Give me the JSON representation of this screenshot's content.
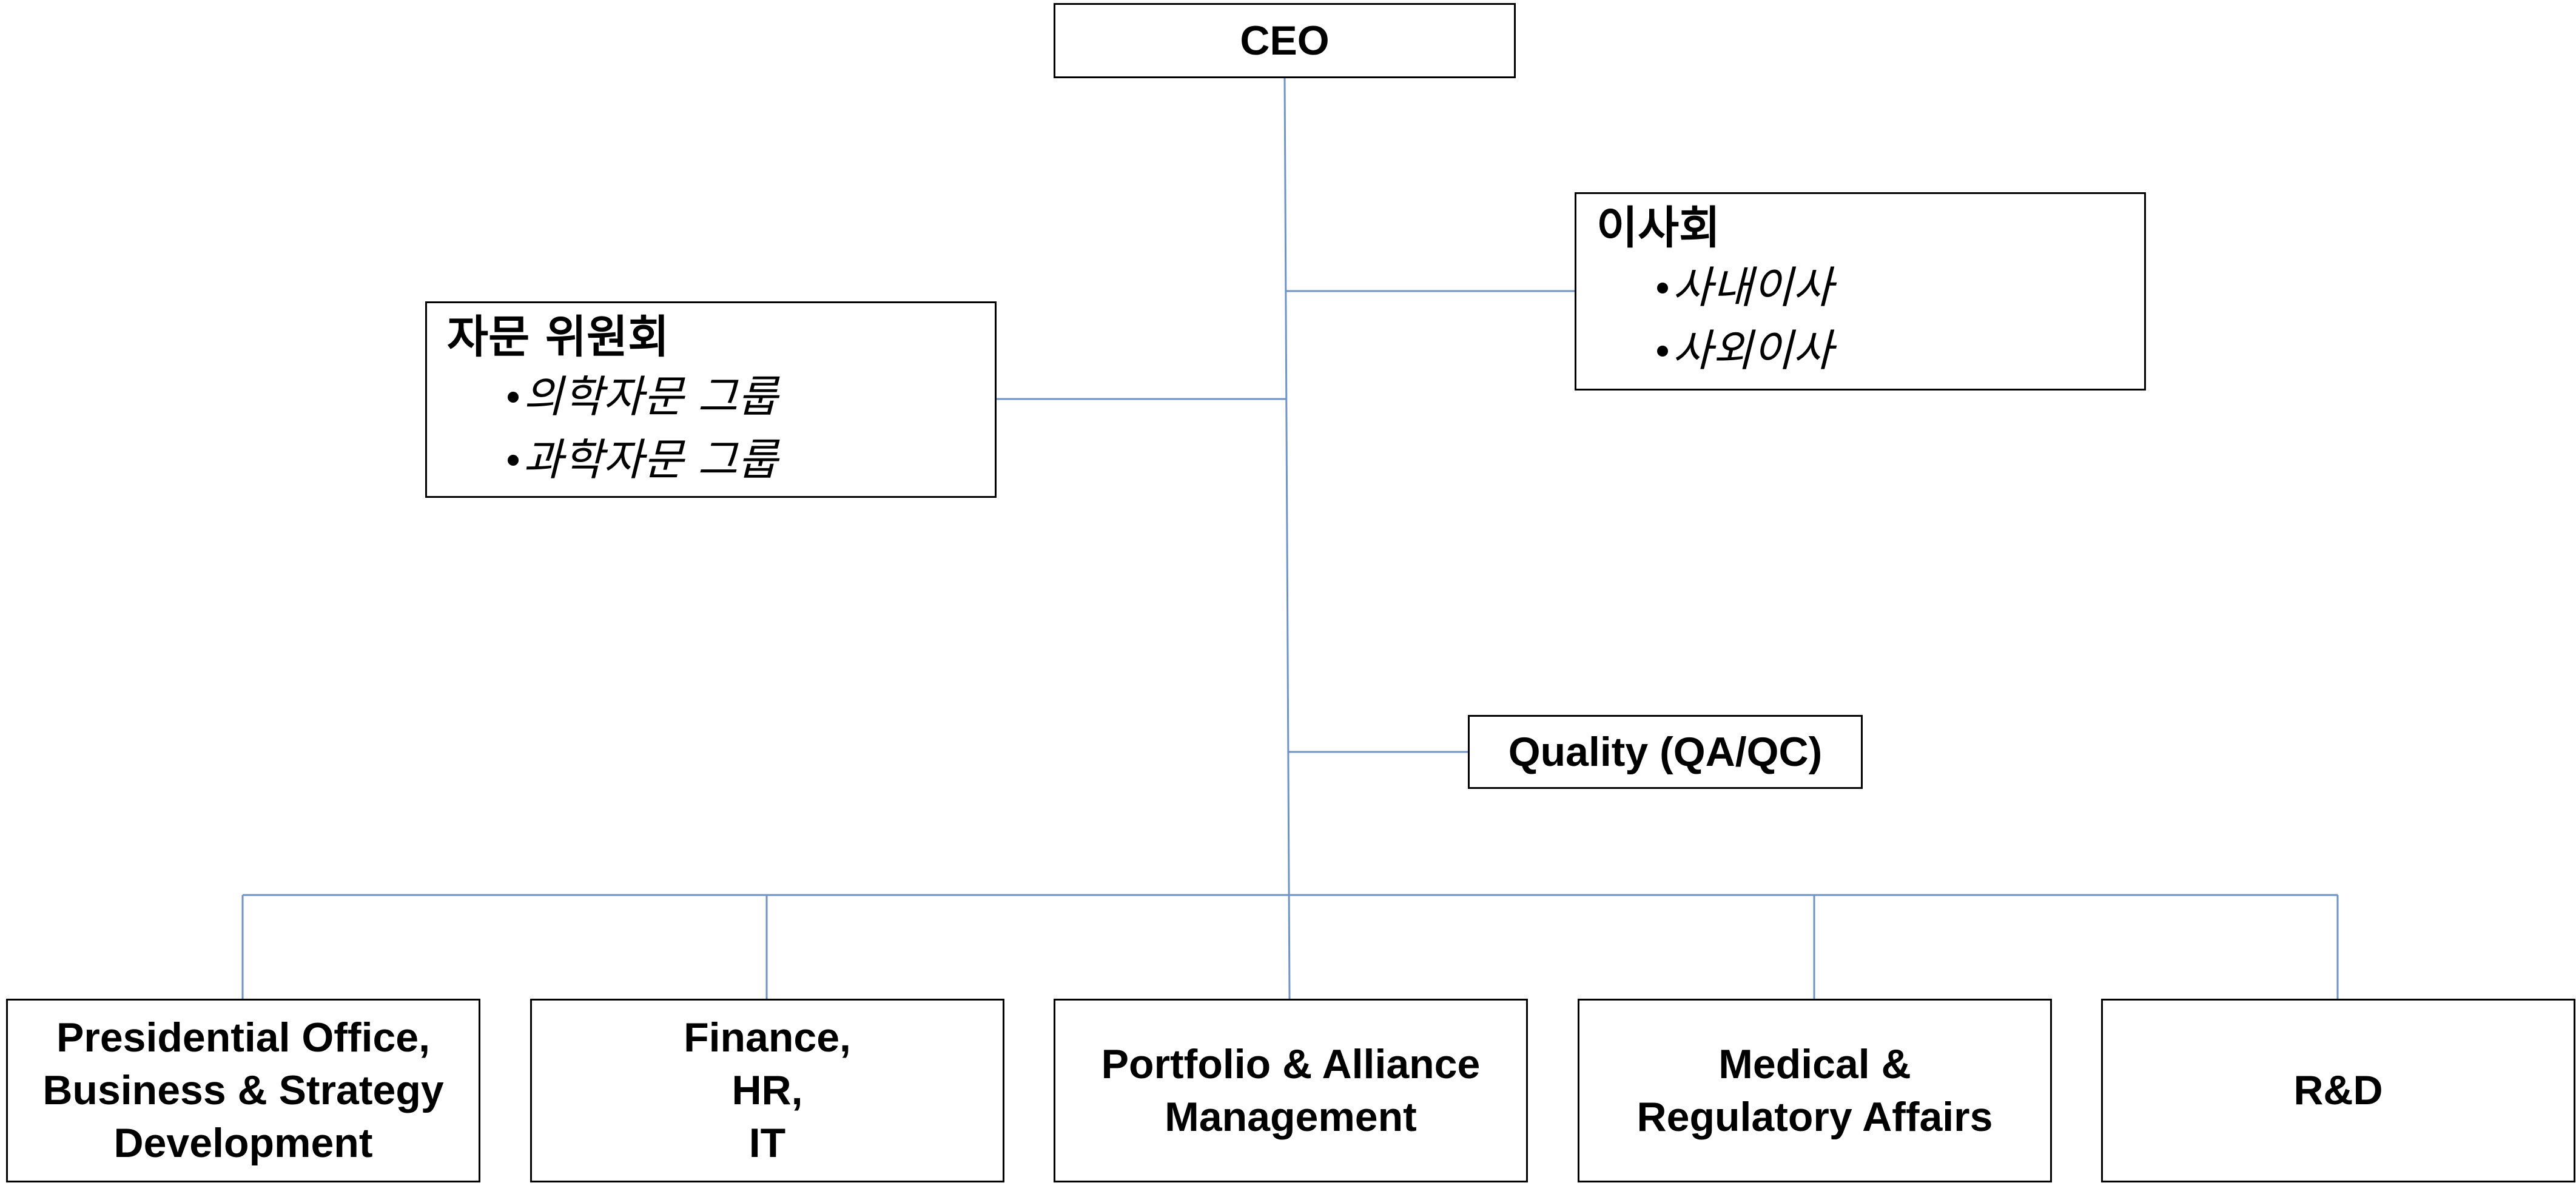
{
  "ceo": {
    "label": "CEO"
  },
  "board": {
    "title": "이사회",
    "items": [
      "사내이사",
      "사외이사"
    ]
  },
  "advisory": {
    "title": "자문 위원회",
    "items": [
      "의학자문 그룹",
      "과학자문 그룹"
    ]
  },
  "quality": {
    "label": "Quality (QA/QC)"
  },
  "departments": [
    {
      "lines": [
        "Presidential Office,",
        "Business & Strategy",
        "Development"
      ]
    },
    {
      "lines": [
        "Finance,",
        "HR,",
        "IT"
      ]
    },
    {
      "lines": [
        "Portfolio & Alliance",
        "Management"
      ]
    },
    {
      "lines": [
        "Medical &",
        "Regulatory Affairs"
      ]
    },
    {
      "lines": [
        "R&D"
      ]
    }
  ],
  "colors": {
    "connector": "#6f93c4",
    "box_border": "#000000",
    "text": "#000000",
    "background": "#ffffff"
  }
}
